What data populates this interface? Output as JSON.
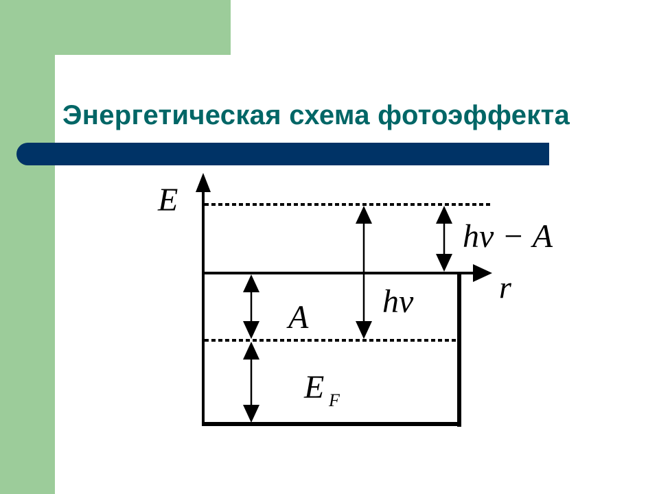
{
  "slide": {
    "title": "Энергетическая схема фотоэффекта",
    "colors": {
      "accent_green": "#9ccc9a",
      "title_teal": "#006666",
      "bar_navy": "#003366"
    }
  },
  "diagram": {
    "axis_y_label": "E",
    "axis_x_label": "r",
    "label_hv_minus_a": "hν − A",
    "label_hv": "hν",
    "label_work_function": "A",
    "label_fermi": "E",
    "label_fermi_sub": "F"
  }
}
